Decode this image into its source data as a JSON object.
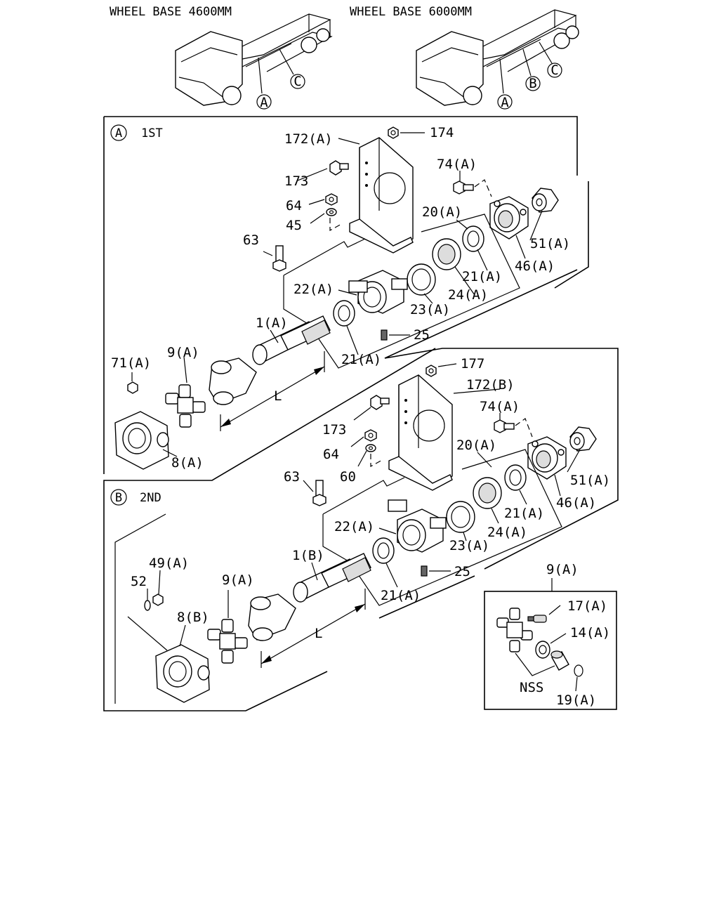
{
  "headers": {
    "wb1": "WHEEL BASE 4600MM",
    "wb2": "WHEEL BASE 6000MM"
  },
  "markers": {
    "a": "A",
    "b": "B",
    "c": "C"
  },
  "sections": {
    "first": {
      "marker": "A",
      "title": "1ST"
    },
    "second": {
      "marker": "B",
      "title": "2ND"
    }
  },
  "labels": {
    "p172a": "172(A)",
    "p174": "174",
    "p173": "173",
    "p64": "64",
    "p45": "45",
    "p74a": "74(A)",
    "p20a": "20(A)",
    "p63": "63",
    "p51a": "51(A)",
    "p46a": "46(A)",
    "p21a": "21(A)",
    "p22a": "22(A)",
    "p24a": "24(A)",
    "p23a": "23(A)",
    "p25": "25",
    "p1a": "1(A)",
    "p9a": "9(A)",
    "p71a": "71(A)",
    "p8a": "8(A)",
    "dimL": "L",
    "p177": "177",
    "p172b": "172(B)",
    "p60": "60",
    "p1b": "1(B)",
    "p49a": "49(A)",
    "p52": "52",
    "p8b": "8(B)",
    "p17a": "17(A)",
    "p14a": "14(A)",
    "nss": "NSS",
    "p19a": "19(A)"
  }
}
